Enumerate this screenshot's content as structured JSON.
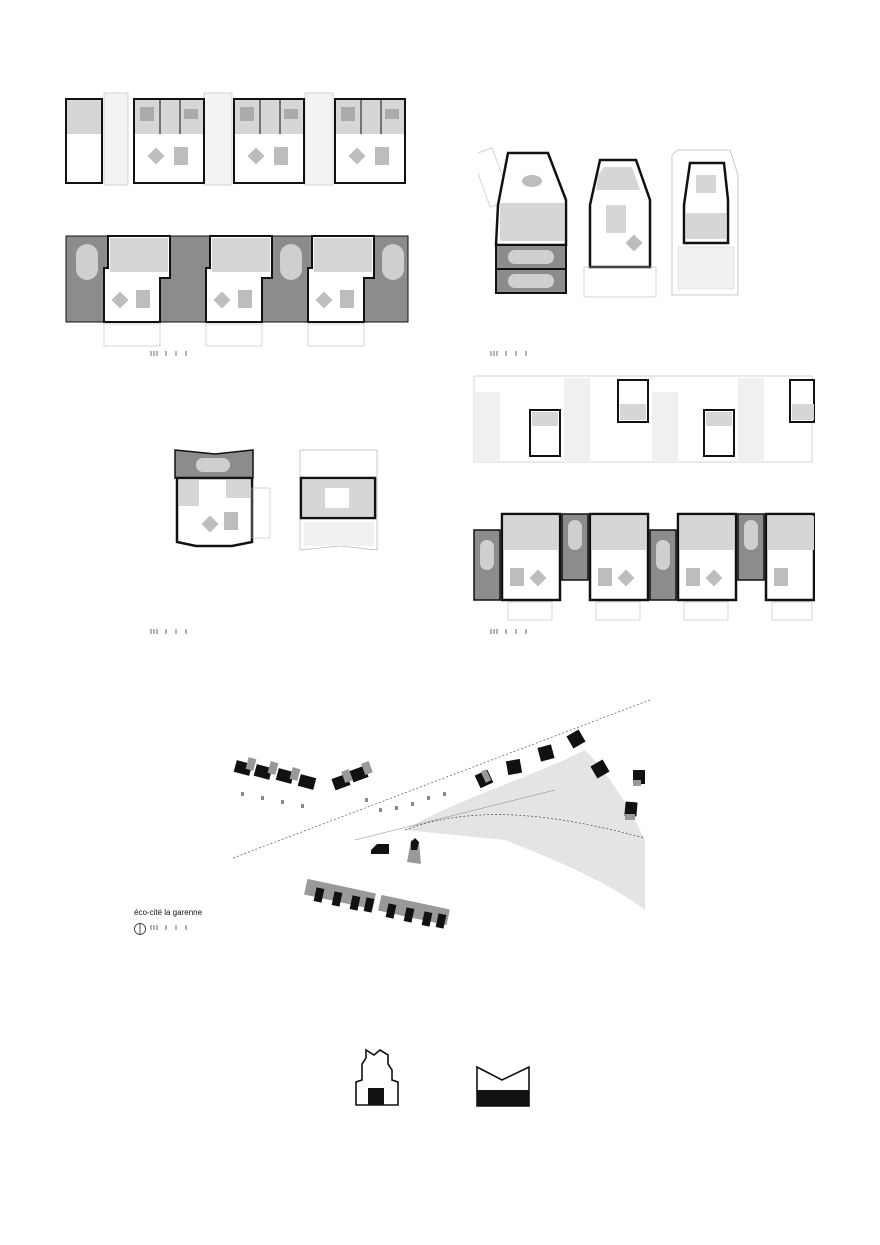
{
  "site_plan": {
    "caption": "éco-cité la garenne"
  },
  "colors": {
    "wall": "#111111",
    "room_fill": "#d6d6d6",
    "parking_fill": "#8c8c8c",
    "furniture": "#bdbdbd",
    "landscape": "#e2e2e2",
    "line": "#999999"
  },
  "icons": {
    "north_arrow": "north-arrow-icon",
    "scale_bar": "scale-bar-icon",
    "type_a_pictogram": "tower-house-pictogram",
    "type_b_pictogram": "butterfly-roof-pictogram"
  }
}
